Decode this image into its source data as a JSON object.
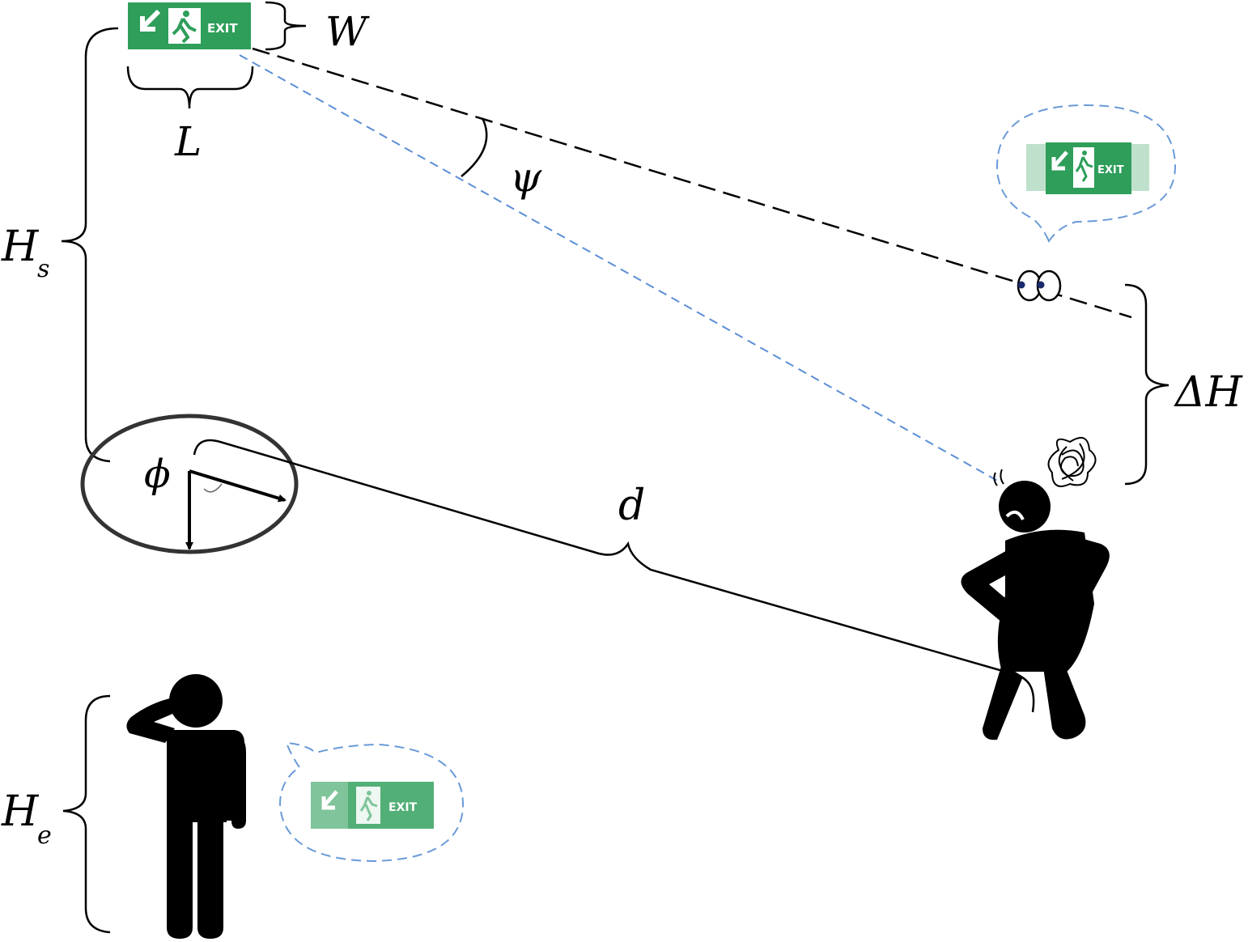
{
  "labels": {
    "W": "W",
    "L": "L",
    "psi": "ψ",
    "Hs_main": "H",
    "Hs_sub": "s",
    "deltaH": "ΔH",
    "phi": "ϕ",
    "d": "d",
    "He_main": "H",
    "He_sub": "e"
  },
  "sign": {
    "text": "EXIT"
  },
  "colors": {
    "sign_green": "#2e9e5a",
    "sign_faded": "#7fc49a",
    "sightline_black": "#000000",
    "sightline_blue": "#5b8fd6",
    "bubble_outline": "#6a9ad8",
    "ellipse": "#333333"
  },
  "icons": [
    "exit-sign-icon",
    "running-man-icon",
    "arrow-down-left-icon",
    "eyes-icon",
    "confused-scribble-icon",
    "person-icon"
  ]
}
